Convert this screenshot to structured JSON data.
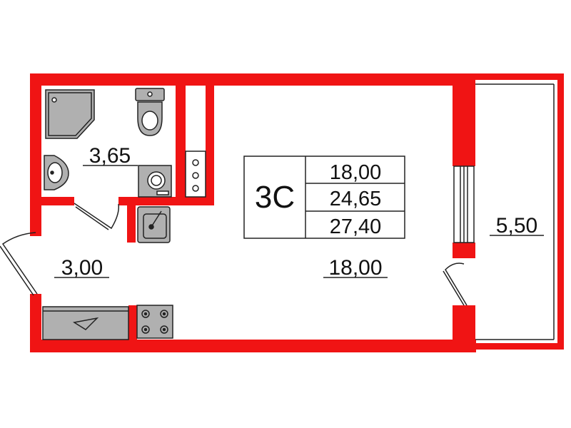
{
  "colors": {
    "wall": "#f01414",
    "fixture_fill": "#b0b0b0",
    "line": "#222222",
    "background": "#ffffff"
  },
  "info_box": {
    "apartment_type": "3C",
    "areas": [
      "18,00",
      "24,65",
      "27,40"
    ]
  },
  "rooms": {
    "bathroom": {
      "area": "3,65"
    },
    "hallway": {
      "area": "3,00"
    },
    "main_room": {
      "area": "18,00"
    },
    "balcony": {
      "area": "5,50"
    }
  },
  "icons": [
    "shower-icon",
    "toilet-icon",
    "sink-icon",
    "washing-machine-icon",
    "kitchen-sink-icon",
    "stove-icon",
    "counter-icon"
  ]
}
